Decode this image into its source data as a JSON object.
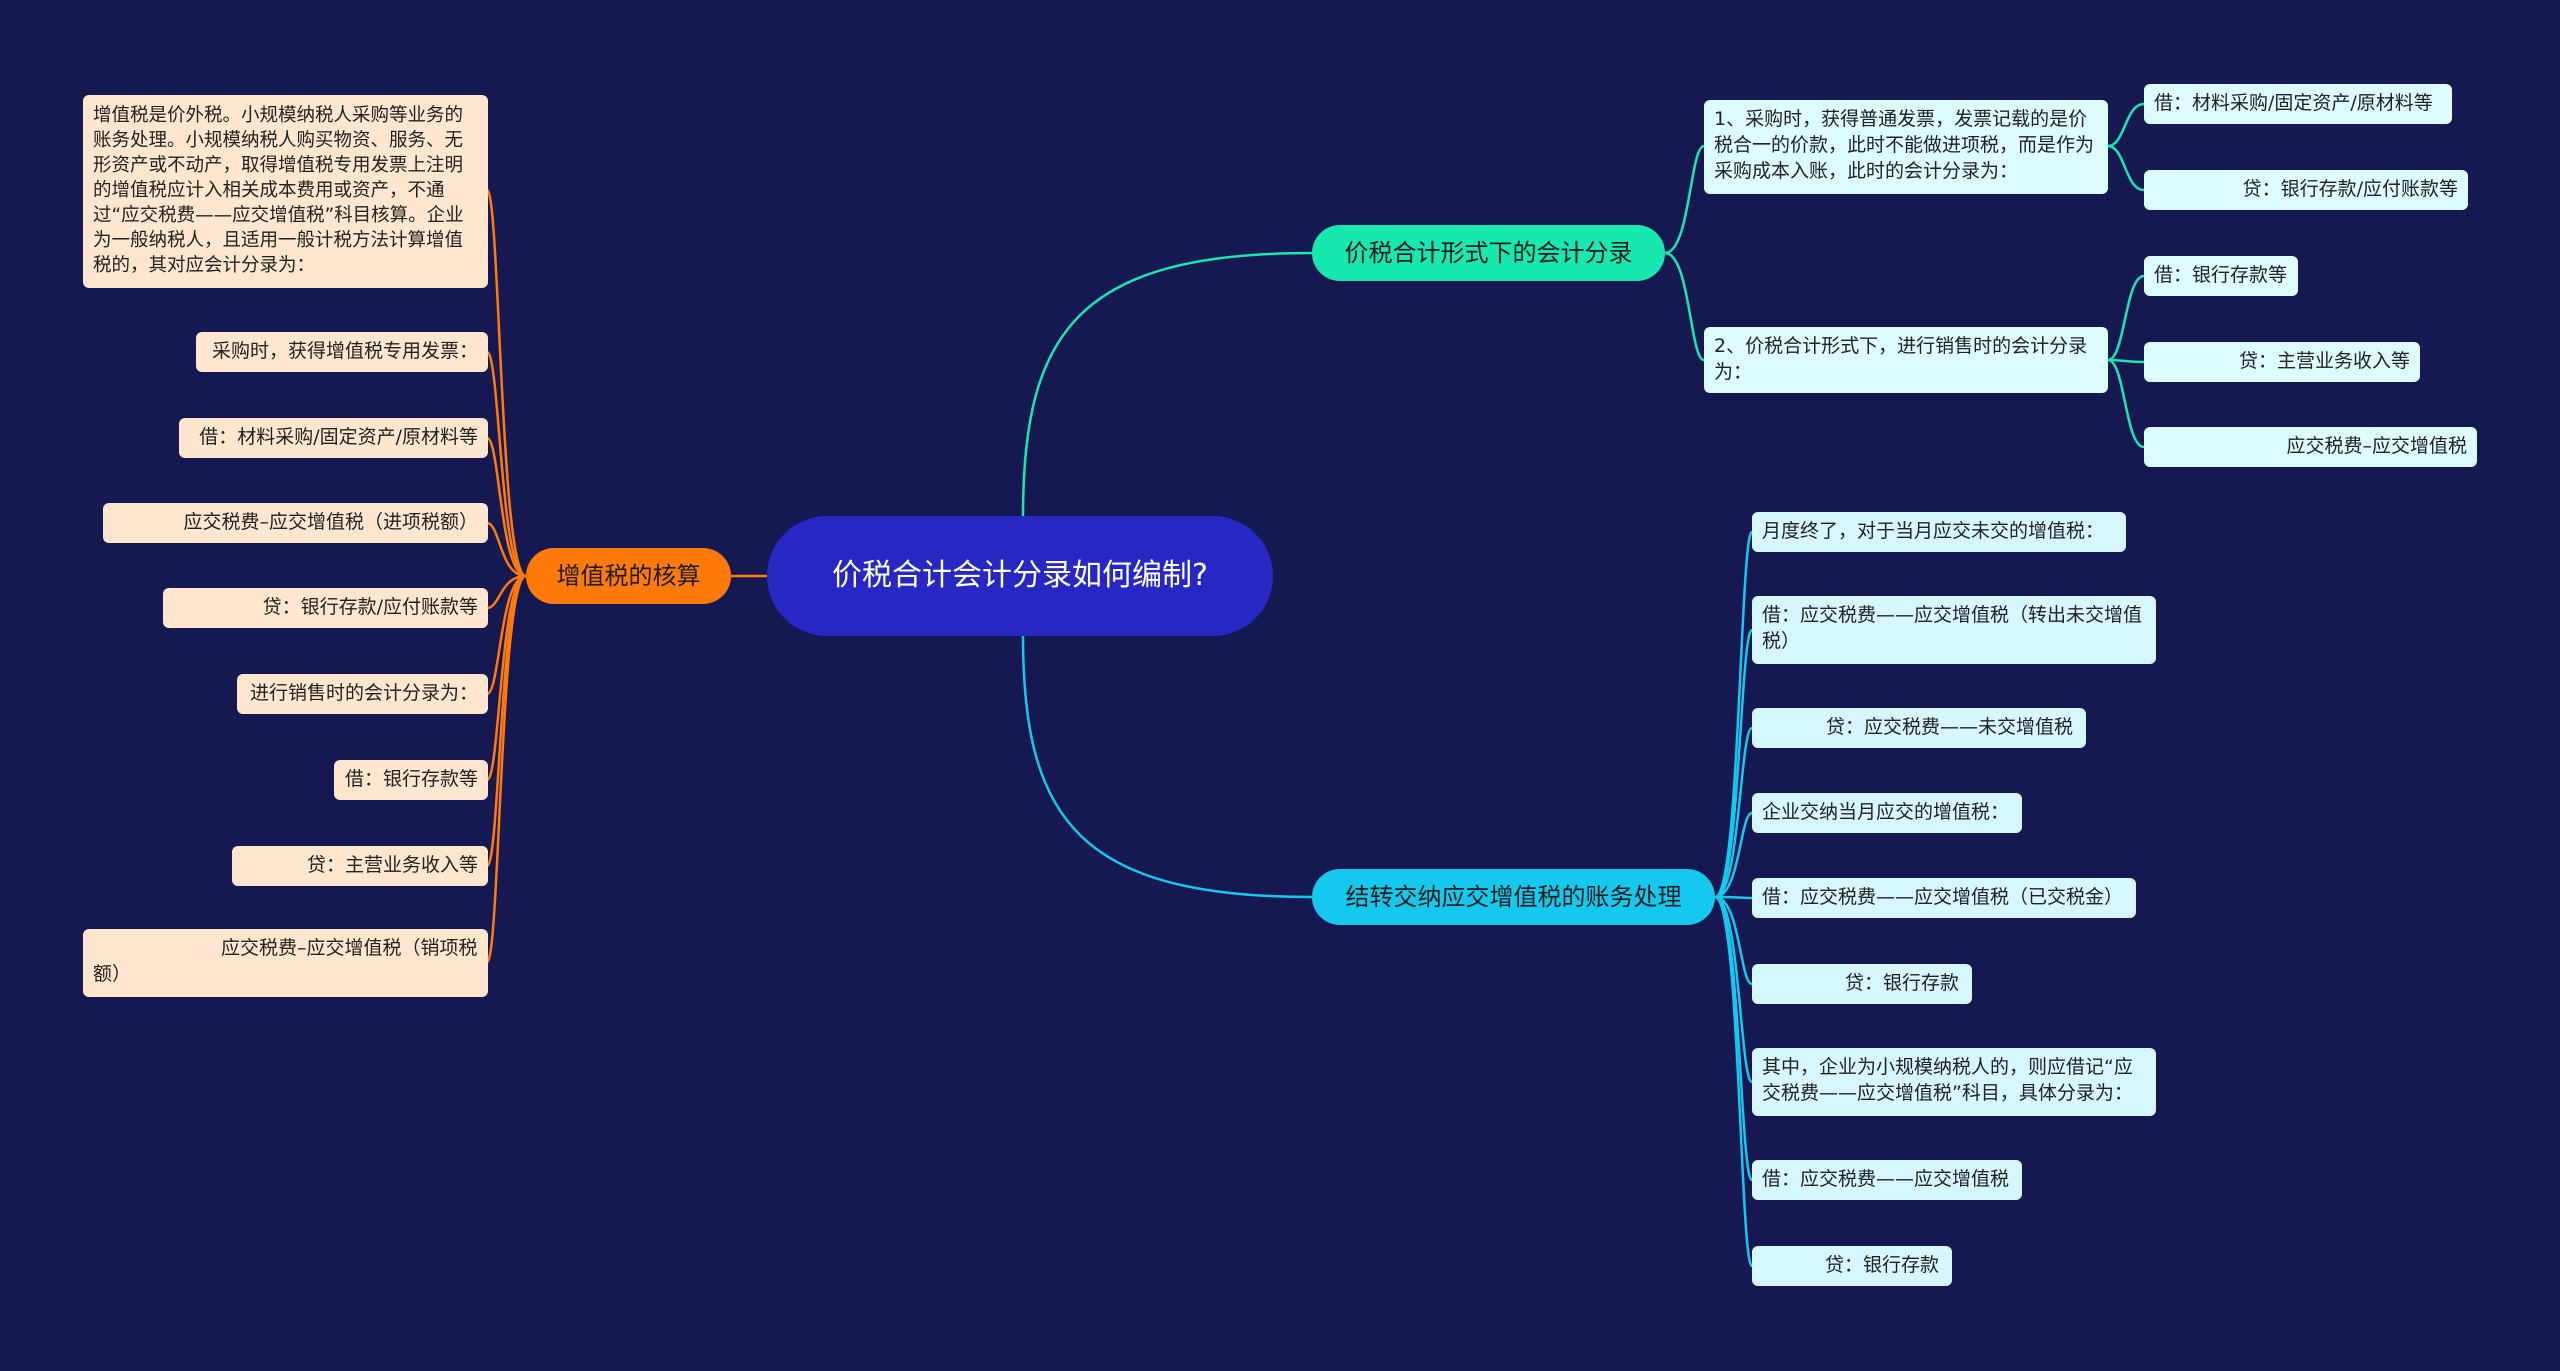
{
  "root": {
    "title": "价税合计会计分录如何编制?"
  },
  "left_branch": {
    "label": "增值税的核算",
    "items": [
      "增值税是价外税。小规模纳税人采购等业务的账务处理。小规模纳税人购买物资、服务、无形资产或不动产，取得增值税专用发票上注明的增值税应计入相关成本费用或资产，不通过“应交税费——应交增值税”科目核算。企业为一般纳税人，且适用一般计税方法计算增值税的，其对应会计分录为：",
      "采购时，获得增值税专用发票：",
      "借：材料采购/固定资产/原材料等",
      "应交税费–应交增值税（进项税额）",
      "贷：银行存款/应付账款等",
      "进行销售时的会计分录为：",
      "借：银行存款等",
      "贷：主营业务收入等",
      "应交税费–应交增值税（销项税额）"
    ]
  },
  "right_top_branch": {
    "label": "价税合计形式下的会计分录",
    "sub": [
      {
        "text": "1、采购时，获得普通发票，发票记载的是价税合一的价款，此时不能做进项税，而是作为采购成本入账，此时的会计分录为：",
        "items": [
          "借：材料采购/固定资产/原材料等",
          "贷：银行存款/应付账款等"
        ]
      },
      {
        "text": "2、价税合计形式下，进行销售时的会计分录为：",
        "items": [
          "借：银行存款等",
          "贷：主营业务收入等",
          "应交税费–应交增值税"
        ]
      }
    ]
  },
  "right_bottom_branch": {
    "label": "结转交纳应交增值税的账务处理",
    "items": [
      "月度终了，对于当月应交未交的增值税：",
      "借：应交税费——应交增值税（转出未交增值税）",
      "贷：应交税费——未交增值税",
      "企业交纳当月应交的增值税：",
      "借：应交税费——应交增值税（已交税金）",
      "贷：银行存款",
      "其中，企业为小规模纳税人的，则应借记“应交税费——应交增值税”科目，具体分录为：",
      "借：应交税费——应交增值税",
      "贷：银行存款"
    ]
  },
  "colors": {
    "background": "#161852",
    "root": "#2727c4",
    "orange": "#ff7a0a",
    "green": "#17e8b0",
    "cyan": "#15c8ee"
  }
}
